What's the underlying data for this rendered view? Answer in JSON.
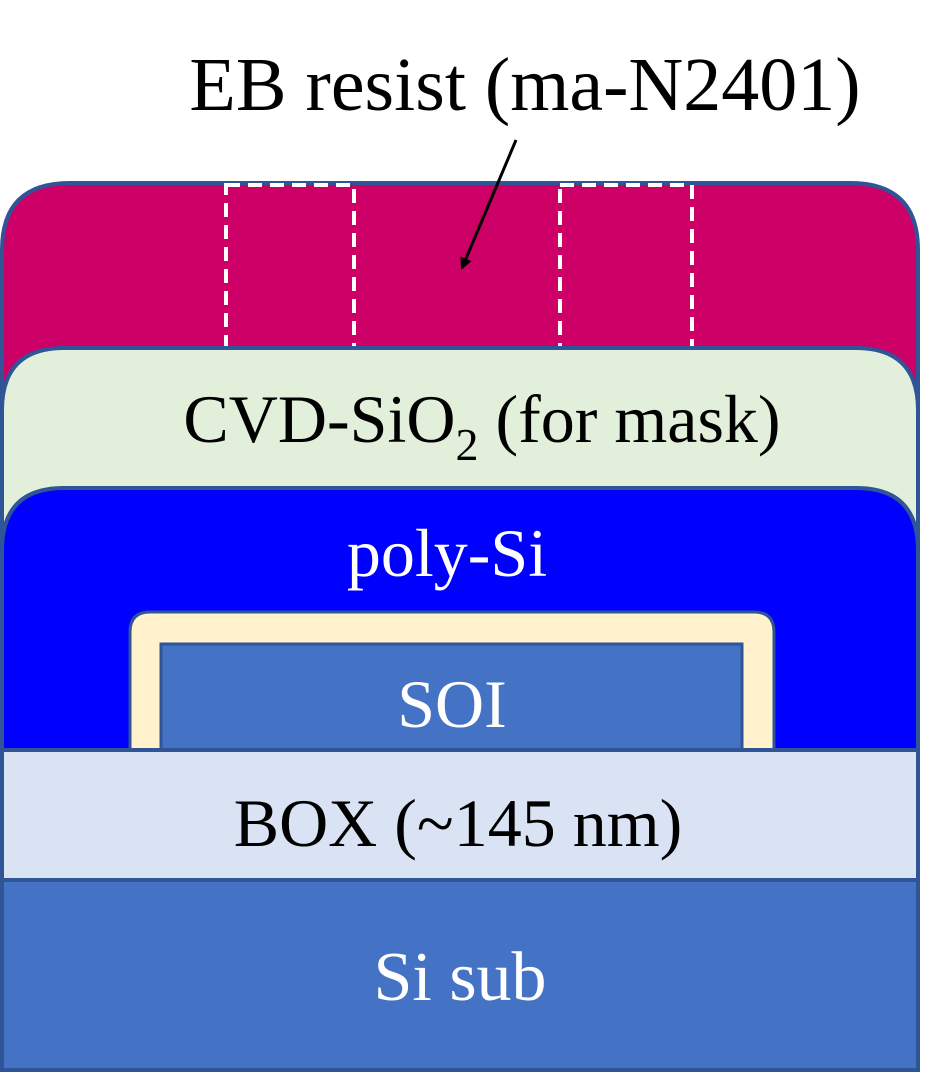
{
  "annotation": {
    "text": "EB resist (ma-N2401)"
  },
  "layers": {
    "resist": {
      "color": "#cc0066"
    },
    "cvd_sio2": {
      "label_main": "CVD-SiO",
      "label_sub": "2",
      "label_tail": " (for mask)",
      "color": "#e2efda"
    },
    "poly_si": {
      "label": "poly-Si",
      "color": "#0000ff"
    },
    "liner": {
      "color": "#fff2cc"
    },
    "soi": {
      "label": "SOI",
      "color": "#4472c4"
    },
    "box": {
      "label": "BOX (~145 nm)",
      "color": "#dae3f3"
    },
    "si_sub": {
      "label": "Si sub",
      "color": "#4472c4"
    }
  },
  "colors": {
    "outline": "#2f5597",
    "dash": "#ffffff",
    "text_dark": "#000000",
    "text_light": "#ffffff"
  }
}
